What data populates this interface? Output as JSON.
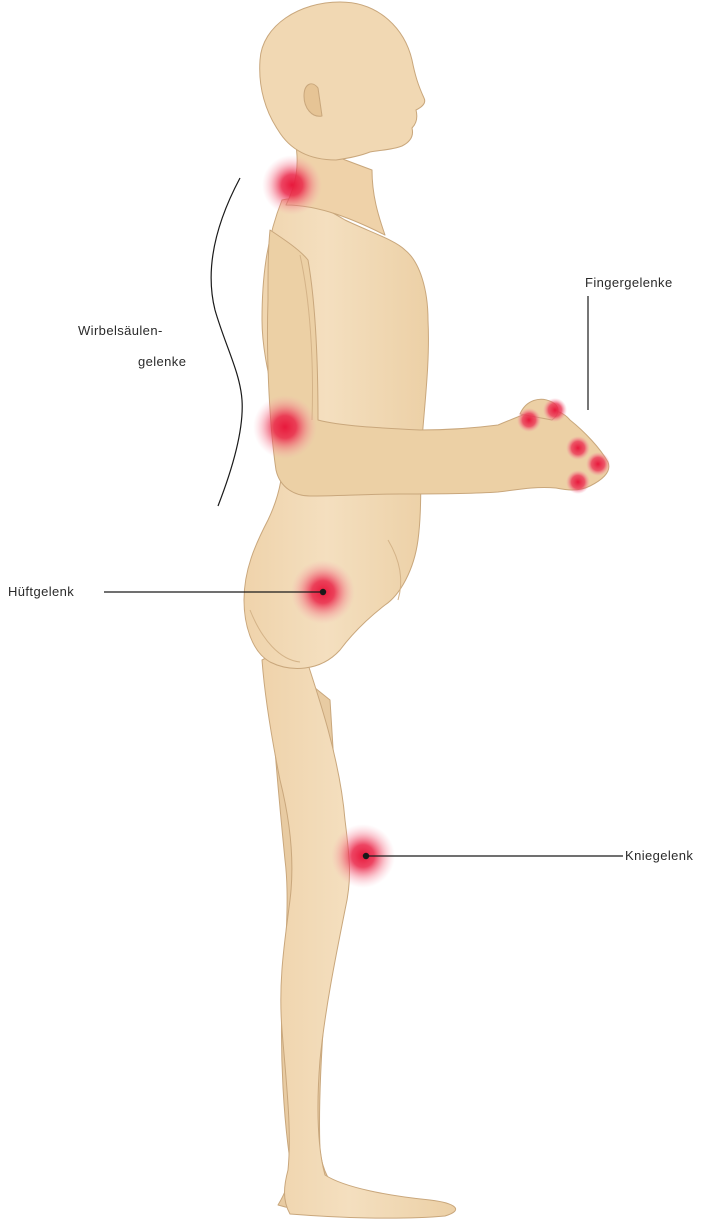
{
  "labels": {
    "spine_line1": "Wirbelsäulen-",
    "spine_line2": "gelenke",
    "fingers": "Fingergelenke",
    "hip": "Hüftgelenk",
    "knee": "Kniegelenk"
  },
  "colors": {
    "skin": "#f3dcb8",
    "skin_shadow": "#e7c79c",
    "skin_outline": "#c9a77c",
    "highlight": "#e8193c",
    "leader_line": "#1a1a1a",
    "background": "#ffffff"
  }
}
